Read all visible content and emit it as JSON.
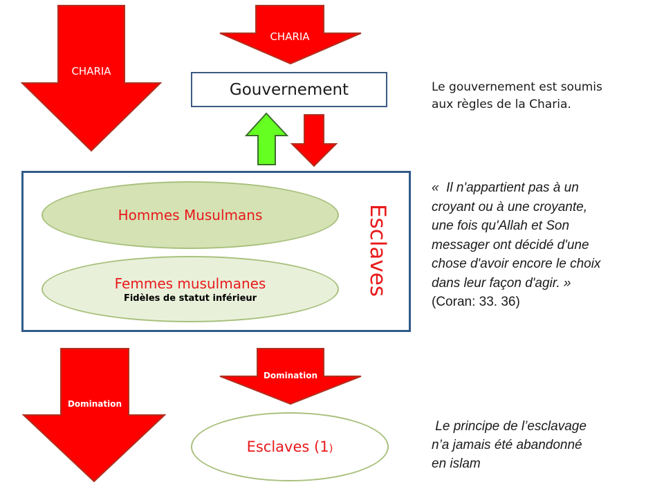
{
  "colors": {
    "arrow_red": "#ff0000",
    "arrow_border": "#b0301f",
    "arrow_green": "#66ff22",
    "ellipse_fill_dark": "#d4e2b4",
    "ellipse_fill_light": "#e9f0da",
    "ellipse_border": "#a8c07c",
    "text_red": "#e8191b"
  },
  "arrows": {
    "left_top": {
      "label": "CHARIA",
      "icon": "arrow-down"
    },
    "center_top": {
      "label": "CHARIA",
      "icon": "arrow-down"
    },
    "up_green": {
      "icon": "arrow-up"
    },
    "down_red_small": {
      "icon": "arrow-down"
    },
    "left_bottom": {
      "label": "Domination",
      "icon": "arrow-down"
    },
    "center_bottom": {
      "label": "Domination",
      "icon": "arrow-down"
    }
  },
  "government": {
    "label": "Gouvernement"
  },
  "main_box": {
    "vertical_label": "Esclaves",
    "men": {
      "label": "Hommes Musulmans"
    },
    "women": {
      "label": "Femmes musulmanes",
      "sublabel": "Fidèles de statut inférieur"
    }
  },
  "slaves": {
    "label": "Esclaves (1",
    "label_suffix": ")"
  },
  "notes": {
    "government_note": [
      "Le gouvernement est soumis",
      "aux règles de la Charia."
    ],
    "quote": [
      "«  Il n'appartient pas à un",
      "croyant ou à une croyante,",
      "une fois qu'Allah et Son",
      "messager ont décidé d'une",
      "chose d'avoir encore le choix",
      "dans leur façon d'agir. »",
      "(Coran: 33. 36)"
    ],
    "principle": [
      " Le principe de l’esclavage",
      "n’a jamais été abandonné",
      "en islam"
    ]
  }
}
